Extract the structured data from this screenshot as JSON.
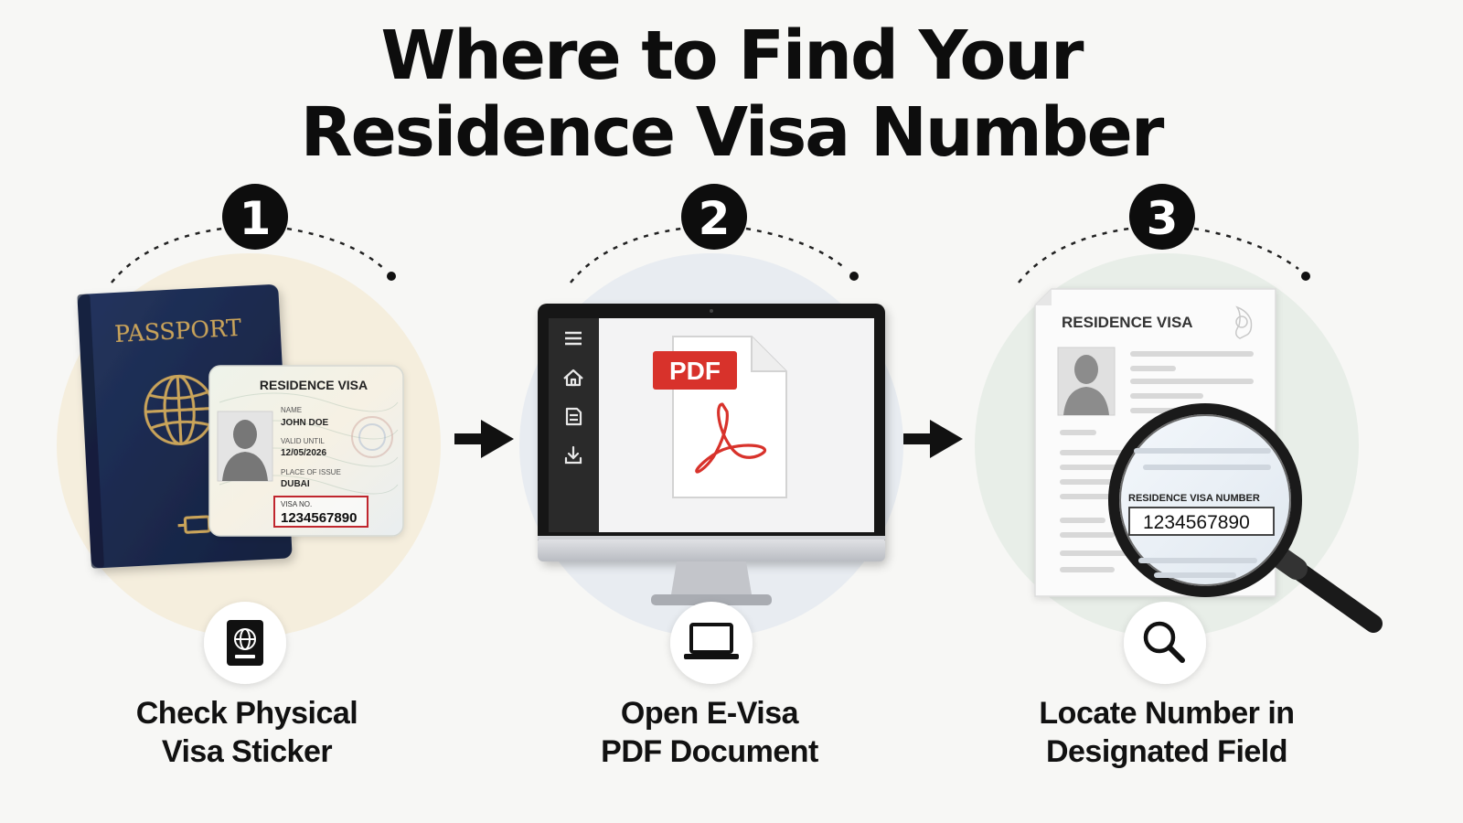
{
  "title": {
    "line1": "Where to Find Your",
    "line2": "Residence Visa Number"
  },
  "steps": [
    {
      "number": "1",
      "caption_line1": "Check Physical",
      "caption_line2": "Visa Sticker",
      "icon": "passport-icon",
      "circle_color": "#f5eedd"
    },
    {
      "number": "2",
      "caption_line1": "Open E-Visa",
      "caption_line2": "PDF Document",
      "icon": "laptop-icon",
      "circle_color": "#e8ecf1"
    },
    {
      "number": "3",
      "caption_line1": "Locate Number in",
      "caption_line2": "Designated Field",
      "icon": "search-icon",
      "circle_color": "#e8eee8"
    }
  ],
  "passport": {
    "cover_text": "PASSPORT",
    "cover_color": "#1b2a4f",
    "gold_color": "#c9a45a"
  },
  "visa_sticker": {
    "heading": "RESIDENCE VISA",
    "name_label": "NAME",
    "name_value": "JOHN DOE",
    "valid_label": "VALID UNTIL",
    "valid_value": "12/05/2026",
    "place_label": "PLACE OF ISSUE",
    "place_value": "DUBAI",
    "number_label": "VISA NO.",
    "number_value": "1234567890",
    "highlight_color": "#c0272d"
  },
  "evisa_screen": {
    "pdf_badge": "PDF",
    "sidebar_icons": [
      "menu-icon",
      "home-icon",
      "document-icon",
      "download-icon"
    ],
    "pdf_red": "#d8322b"
  },
  "document": {
    "heading": "RESIDENCE VISA",
    "field_label": "RESIDENCE VISA NUMBER",
    "field_value": "1234567890"
  }
}
